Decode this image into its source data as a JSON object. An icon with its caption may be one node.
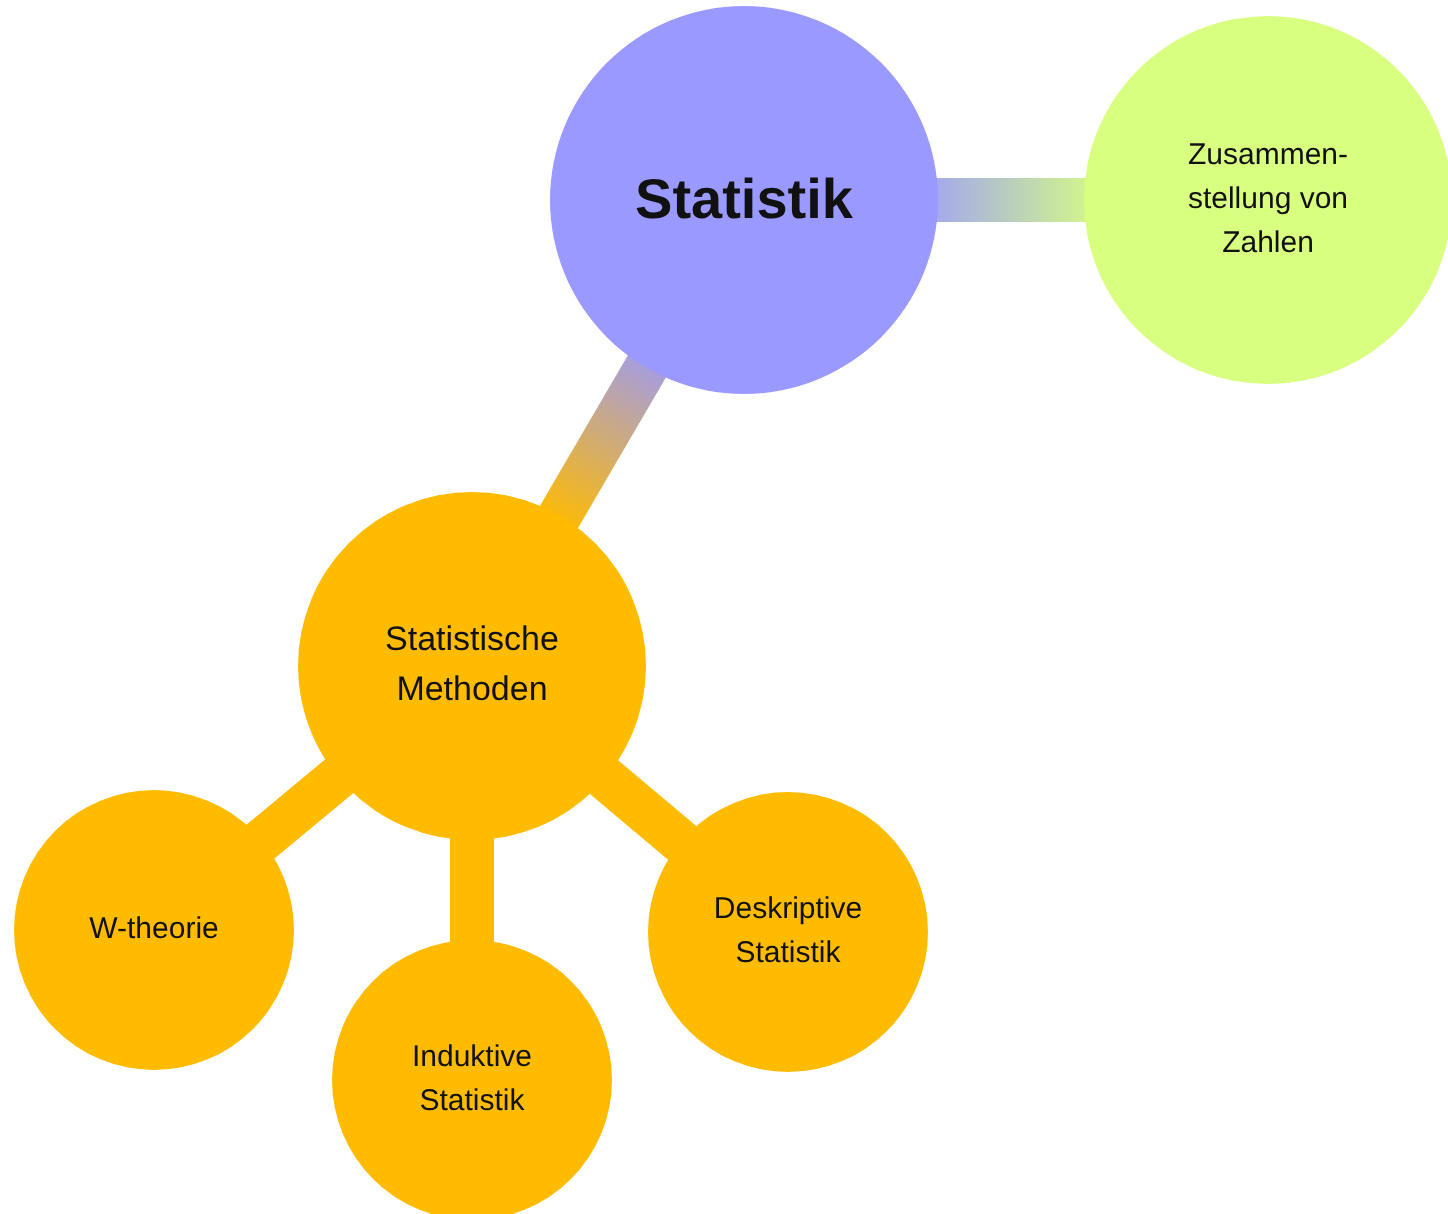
{
  "diagram": {
    "nodes": [
      {
        "text": [
          "Statistik"
        ]
      },
      {
        "text": [
          "Zusammen-stellung von Zahlen"
        ]
      },
      {
        "text": [
          "Statistische Methoden"
        ]
      },
      {
        "text": [
          "W-theorie"
        ]
      },
      {
        "text": [
          "Induktive Statistik"
        ]
      },
      {
        "text": [
          "Deskriptive Statistik"
        ]
      }
    ],
    "edges": [
      {
        "from": 0,
        "to": 1,
        "arrow": "none"
      },
      {
        "from": 0,
        "to": 2,
        "arrow": "none"
      },
      {
        "from": 2,
        "to": 3,
        "arrow": "none"
      },
      {
        "from": 2,
        "to": 4,
        "arrow": "none"
      },
      {
        "from": 2,
        "to": 5,
        "arrow": "none"
      }
    ]
  }
}
